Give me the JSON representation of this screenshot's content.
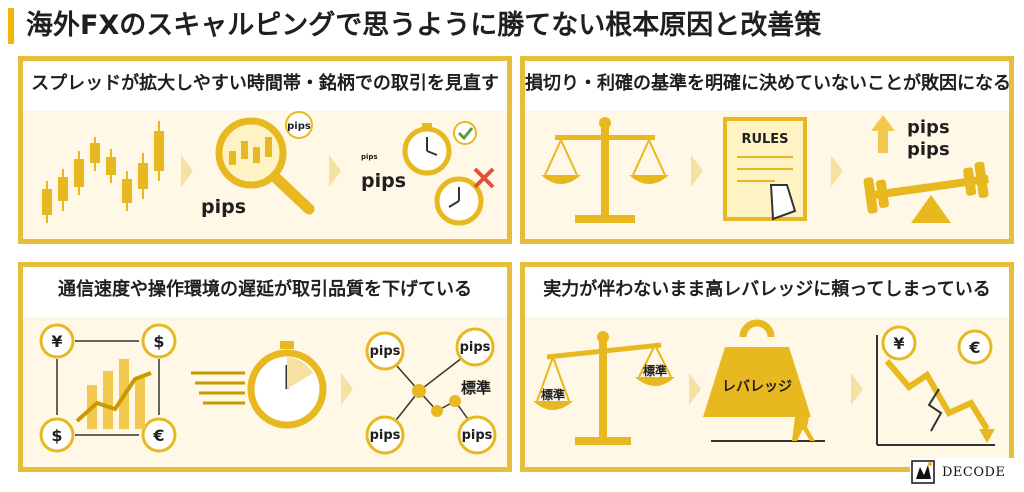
{
  "title": "海外FXのスキャルピングで思うように勝てない根本原因と改善策",
  "colors": {
    "accent": "#F2B705",
    "panel_border": "#E7BE3C",
    "icon": "#E8B820",
    "danger": "#E0503A",
    "ok": "#5A9E3A"
  },
  "panels": [
    {
      "heading": "スプレッドが拡大しやすい時間帯・銘柄での取引を見直す",
      "labels": {
        "pips_glass": "pips",
        "pips_badge": "pips",
        "pips_clock": "pips",
        "pips_tiny": "pips"
      }
    },
    {
      "heading": "損切り・利確の基準を明確に決めていないことが敗因になる",
      "labels": {
        "rules": "RULES",
        "pips_top": "pips",
        "pips_bottom": "pips"
      }
    },
    {
      "heading": "通信速度や操作環境の遅延が取引品質を下げている",
      "labels": {
        "yen": "¥",
        "dollar_top": "$",
        "dollar_bottom": "$",
        "euro": "€",
        "pips_a": "pips",
        "pips_b": "pips",
        "pips_c": "pips",
        "pips_d": "pips",
        "standard": "標準"
      }
    },
    {
      "heading": "実力が伴わないまま高レバレッジに頼ってしまっている",
      "labels": {
        "standard_left": "標準",
        "standard_right": "標準",
        "leverage": "レバレッジ",
        "yen": "¥",
        "euro": "€"
      }
    }
  ],
  "brand": {
    "name": "DECODE"
  }
}
